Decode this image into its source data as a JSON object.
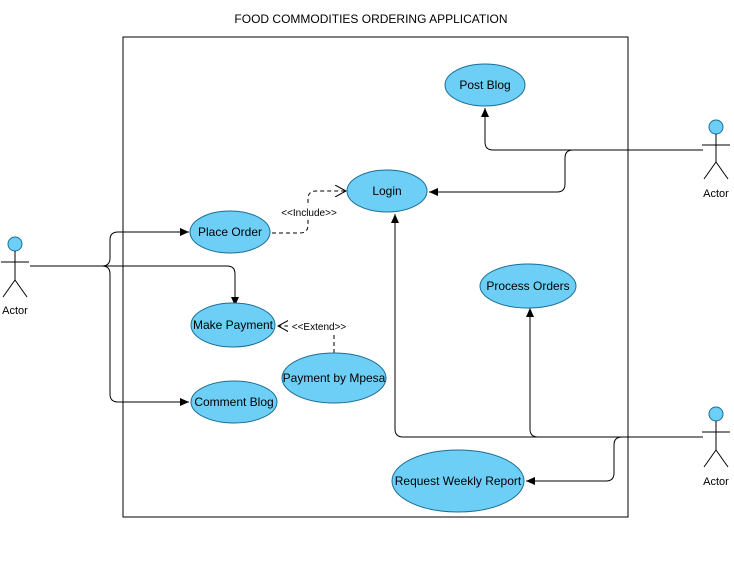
{
  "diagram": {
    "title": "FOOD COMMODITIES ORDERING APPLICATION",
    "colors": {
      "usecase_fill": "#6ecff6",
      "usecase_stroke": "#1b6d96",
      "actor_fill": "#6ecff6",
      "line": "#000000"
    },
    "actors": [
      {
        "id": "customer",
        "label": "Actor"
      },
      {
        "id": "blogger",
        "label": "Actor"
      },
      {
        "id": "admin",
        "label": "Actor"
      }
    ],
    "use_cases": {
      "post_blog": "Post Blog",
      "login": "Login",
      "place_order": "Place Order",
      "make_payment": "Make Payment",
      "payment_mpesa": "Payment by Mpesa",
      "comment_blog": "Comment Blog",
      "process_orders": "Process Orders",
      "request_report": "Request Weekly Report"
    },
    "relations": {
      "include": "<<Include>>",
      "extend": "<<Extend>>"
    }
  }
}
